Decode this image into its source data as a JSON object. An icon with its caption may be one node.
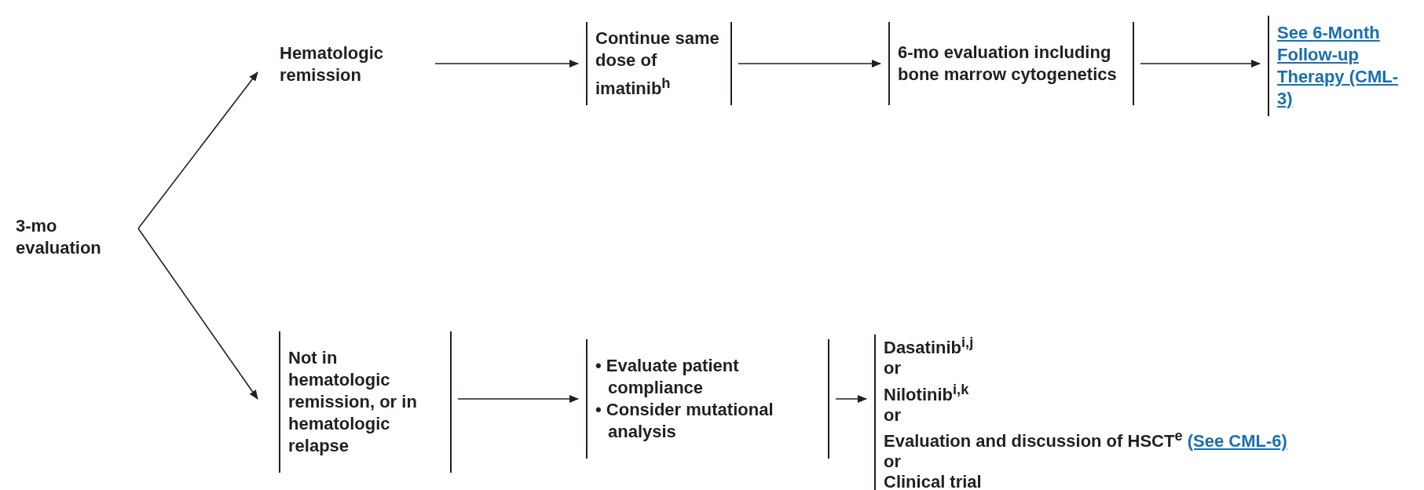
{
  "diagram": {
    "nodes": [
      {
        "text": [
          "3-mo evaluation"
        ]
      },
      {
        "text": [
          "Hematologic remission"
        ]
      },
      {
        "text": [
          "Continue same dose of imatinib$^{h}$"
        ]
      },
      {
        "text": [
          "6-mo evaluation including bone marrow cytogenetics"
        ]
      },
      {
        "text": [
          "See 6-Month Follow-up Therapy (CML-3)"
        ]
      },
      {
        "text": [
          "Not in hematologic remission, or in hematologic relapse"
        ]
      },
      {
        "text": [
          "• Evaluate patient compliance",
          "• Consider mutational analysis"
        ]
      },
      {
        "text": [
          "Dasatinib$^{i,j}$",
          "or",
          "Nilotinib$^{i,k}$",
          "or",
          "Evaluation and discussion of HSCT$^{e}$",
          "(See CML-6)",
          "or",
          "Clinical trial"
        ]
      }
    ],
    "edges": [
      {
        "from": 0,
        "to": 1,
        "arrow": "to"
      },
      {
        "from": 0,
        "to": 5,
        "arrow": "to"
      },
      {
        "from": 1,
        "to": 2,
        "arrow": "to"
      },
      {
        "from": 2,
        "to": 3,
        "arrow": "to"
      },
      {
        "from": 3,
        "to": 4,
        "arrow": "to"
      },
      {
        "from": 5,
        "to": 6,
        "arrow": "to"
      },
      {
        "from": 6,
        "to": 7,
        "arrow": "to"
      }
    ]
  }
}
